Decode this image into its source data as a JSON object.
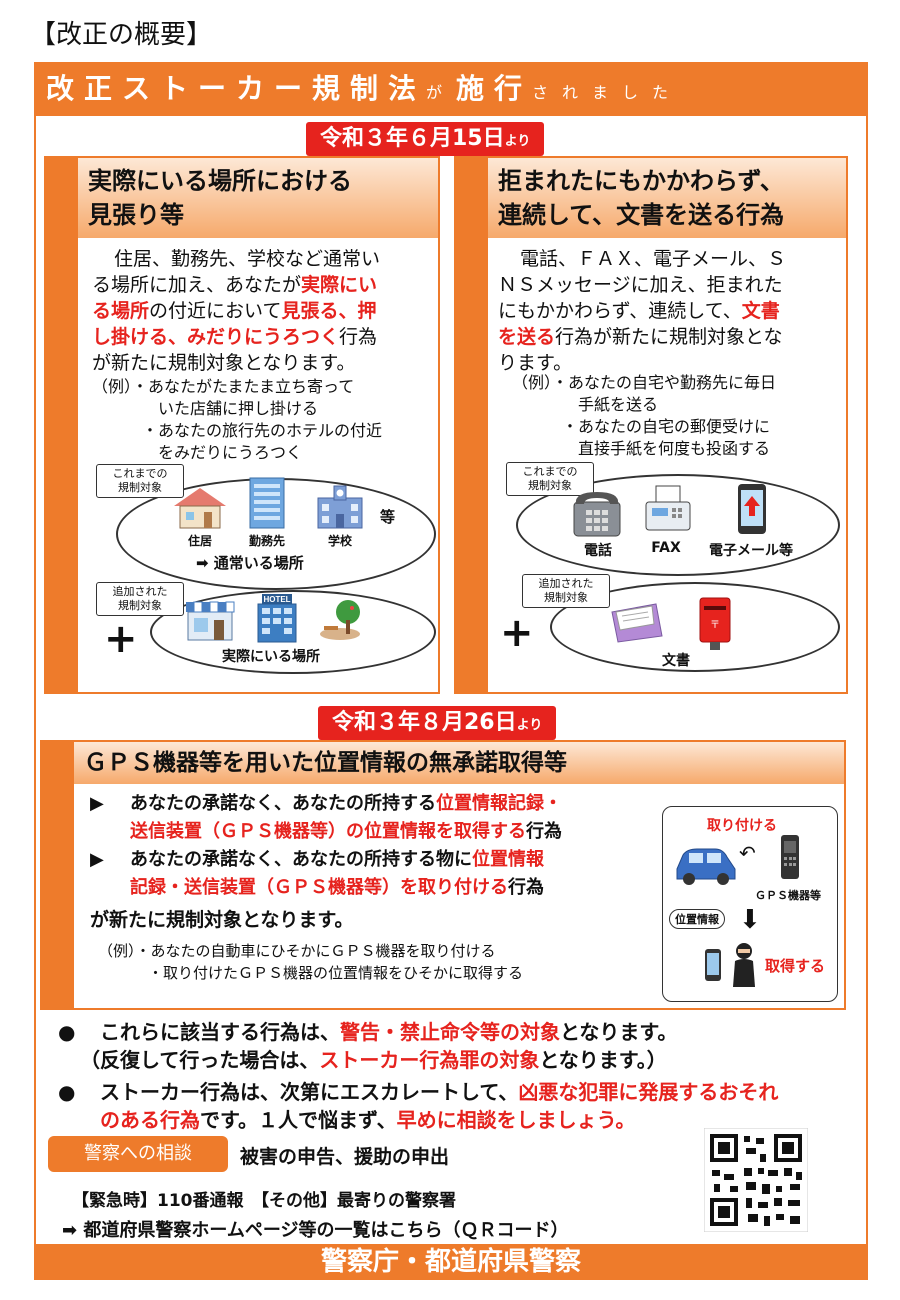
{
  "header": {
    "label": "【改正の概要】"
  },
  "title": {
    "main": "改正ストーカー規制法",
    "ga": "が",
    "sekou": "施行",
    "tail": "されました"
  },
  "dates": {
    "first": {
      "text": "令和３年６月15日",
      "yori": "より"
    },
    "second": {
      "text": "令和３年８月26日",
      "yori": "より"
    }
  },
  "panel_left": {
    "heading_l1": "実際にいる場所における",
    "heading_l2": "見張り等",
    "body_1": "住居、勤務先、学校など通常い",
    "body_2a": "る場所に加え、あなたが",
    "body_2b": "実際にい",
    "body_3a": "る場所",
    "body_3b": "の付近において",
    "body_3c": "見張る、押",
    "body_4a": "し掛ける、みだりにうろつく",
    "body_4b": "行為",
    "body_5": "が新たに規制対象となります。",
    "ex_label": "（例）",
    "ex_1": "・あなたがたまたま立ち寄って",
    "ex_1b": "いた店舗に押し掛ける",
    "ex_2": "・あなたの旅行先のホテルの付近",
    "ex_2b": "をみだりにうろつく",
    "tag_before": "これまでの\n規制対象",
    "icons_before": [
      "住居",
      "勤務先",
      "学校"
    ],
    "etc": "等",
    "arrow_label": "通常いる場所",
    "tag_added": "追加された\n規制対象",
    "added_label": "実際にいる場所",
    "hotel_sign": "HOTEL"
  },
  "panel_right": {
    "heading_l1": "拒まれたにもかかわらず、",
    "heading_l2": "連続して、文書を送る行為",
    "body_1": "電話、ＦＡＸ、電子メール、Ｓ",
    "body_2": "ＮＳメッセージに加え、拒まれた",
    "body_3a": "にもかかわらず、連続して、",
    "body_3b": "文書",
    "body_4a": "を送る",
    "body_4b": "行為が新たに規制対象とな",
    "body_5": "ります。",
    "ex_label": "（例）",
    "ex_1": "・あなたの自宅や勤務先に毎日",
    "ex_1b": "手紙を送る",
    "ex_2": "・あなたの自宅の郵便受けに",
    "ex_2b": "直接手紙を何度も投函する",
    "tag_before": "これまでの\n規制対象",
    "icons_before": [
      "電話",
      "FAX",
      "電子メール等"
    ],
    "tag_added": "追加された\n規制対象",
    "added_label": "文書"
  },
  "gps": {
    "heading": "ＧＰＳ機器等を用いた位置情報の無承諾取得等",
    "b1_a": "あなたの承諾なく、あなたの所持する",
    "b1_b": "位置情報記録・",
    "b1_c": "送信装置（ＧＰＳ機器等）の位置情報を取得する",
    "b1_d": "行為",
    "b2_a": "あなたの承諾なく、あなたの所持する物に",
    "b2_b": "位置情報",
    "b2_c": "記録・送信装置（ＧＰＳ機器等）を取り付ける",
    "b2_d": "行為",
    "b3": "が新たに規制対象となります。",
    "ex_label": "（例）",
    "ex_1": "・あなたの自動車にひそかにＧＰＳ機器を取り付ける",
    "ex_2": "・取り付けたＧＰＳ機器の位置情報をひそかに取得する",
    "fig_attach": "取り付ける",
    "fig_device": "ＧＰＳ機器等",
    "fig_info": "位置情報",
    "fig_get": "取得する"
  },
  "notes": {
    "n1_a": "これらに該当する行為は、",
    "n1_b": "警告・禁止命令等の対象",
    "n1_c": "となります。",
    "n2_a": "（反復して行った場合は、",
    "n2_b": "ストーカー行為罪の対象",
    "n2_c": "となります。）",
    "n3_a": "ストーカー行為は、次第にエスカレートして、",
    "n3_b": "凶悪な犯罪に発展するおそれ",
    "n4_a": "のある行為",
    "n4_b": "です。１人で悩まず、",
    "n4_c": "早めに相談をしましょう。"
  },
  "consult": {
    "button": "警察への相談",
    "desc": "被害の申告、援助の申出",
    "line": "【緊急時】110番通報　【その他】最寄りの警察署",
    "link": "都道府県警察ホームページ等の一覧はこちら（ＱＲコード）"
  },
  "footer": {
    "org": "警察庁・都道府県警察"
  },
  "colors": {
    "accent": "#ee7b2b",
    "red": "#e6231e"
  }
}
